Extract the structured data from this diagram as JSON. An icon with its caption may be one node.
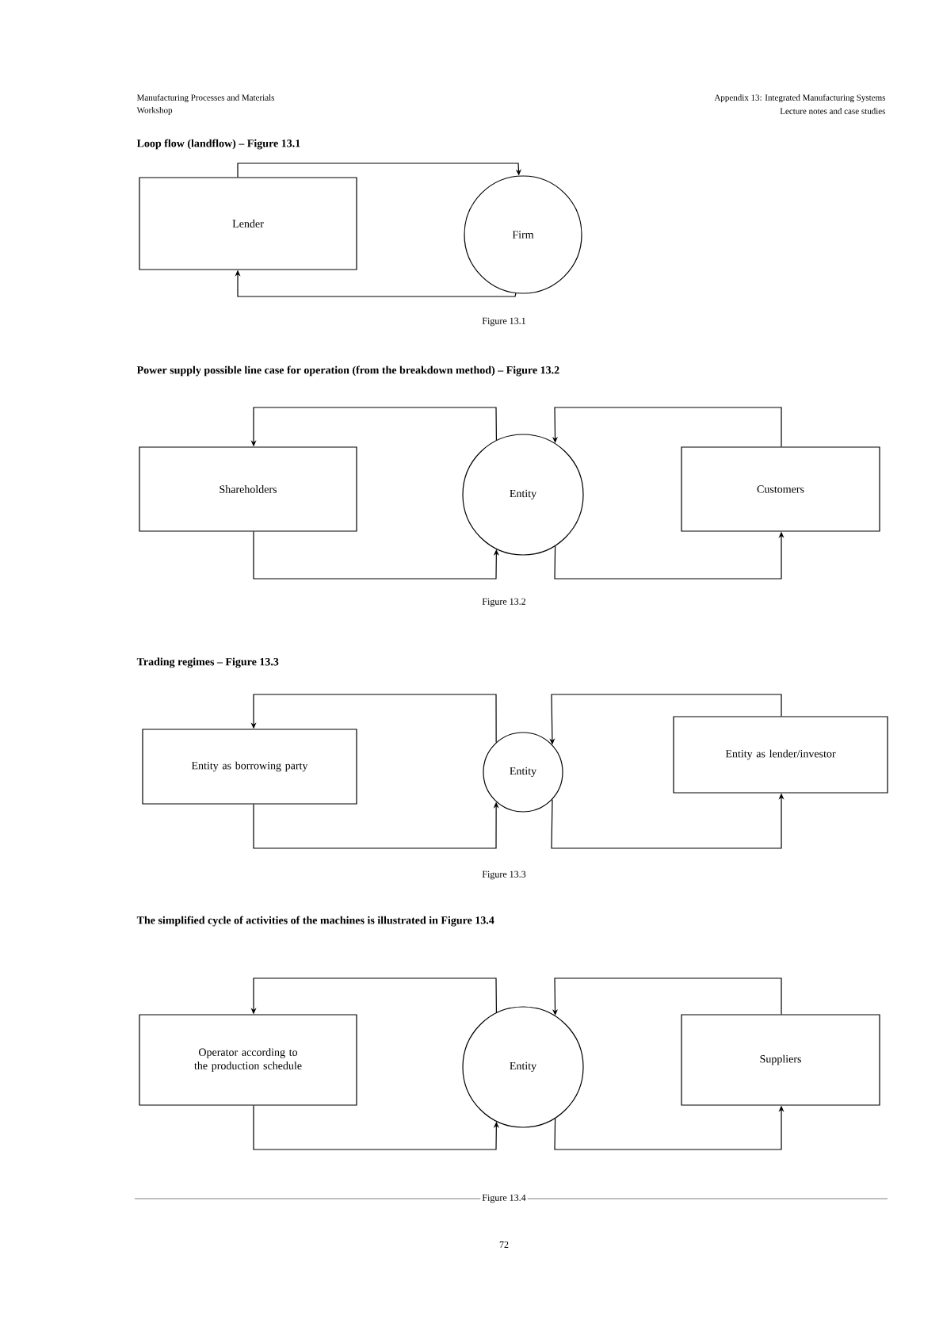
{
  "diagram": {
    "nodes": [
      {
        "text": [
          "Lender"
        ]
      },
      {
        "text": [
          "Firm"
        ]
      },
      {
        "text": [
          "Shareholders"
        ]
      },
      {
        "text": [
          "Entity"
        ]
      },
      {
        "text": [
          "Customers"
        ]
      },
      {
        "text": [
          "Entity as borrowing party"
        ]
      },
      {
        "text": [
          "Entity"
        ]
      },
      {
        "text": [
          "Entity as lender/investor"
        ]
      },
      {
        "text": [
          "Operator according to the production schedule"
        ]
      },
      {
        "text": [
          "Entity"
        ]
      },
      {
        "text": [
          "Suppliers"
        ]
      }
    ],
    "edges": [
      {
        "from": 0,
        "to": 1,
        "arrow": "to"
      },
      {
        "from": 1,
        "to": 0,
        "arrow": "to"
      },
      {
        "from": 3,
        "to": 2,
        "arrow": "to"
      },
      {
        "from": 2,
        "to": 3,
        "arrow": "to"
      },
      {
        "from": 4,
        "to": 3,
        "arrow": "to"
      },
      {
        "from": 3,
        "to": 4,
        "arrow": "to"
      },
      {
        "from": 6,
        "to": 5,
        "arrow": "to"
      },
      {
        "from": 5,
        "to": 6,
        "arrow": "to"
      },
      {
        "from": 7,
        "to": 6,
        "arrow": "to"
      },
      {
        "from": 6,
        "to": 7,
        "arrow": "to"
      },
      {
        "from": 9,
        "to": 8,
        "arrow": "to"
      },
      {
        "from": 8,
        "to": 9,
        "arrow": "to"
      },
      {
        "from": 10,
        "to": 9,
        "arrow": "to"
      },
      {
        "from": 9,
        "to": 10,
        "arrow": "to"
      }
    ],
    "labels": [
      "Manufacturing Processes and Materials",
      "Workshop",
      "Appendix 13: Integrated Manufacturing Systems",
      "Lecture notes and case studies",
      "Loop flow (landflow) – Figure 13.1",
      "Figure 13.1",
      "Power supply possible line case for operation (from the breakdown method) – Figure 13.2",
      "Figure 13.2",
      "Trading regimes – Figure 13.3",
      "Figure 13.3",
      "The simplified cycle of activities of the machines is illustrated in Figure 13.4",
      "Figure 13.4",
      "72"
    ]
  }
}
